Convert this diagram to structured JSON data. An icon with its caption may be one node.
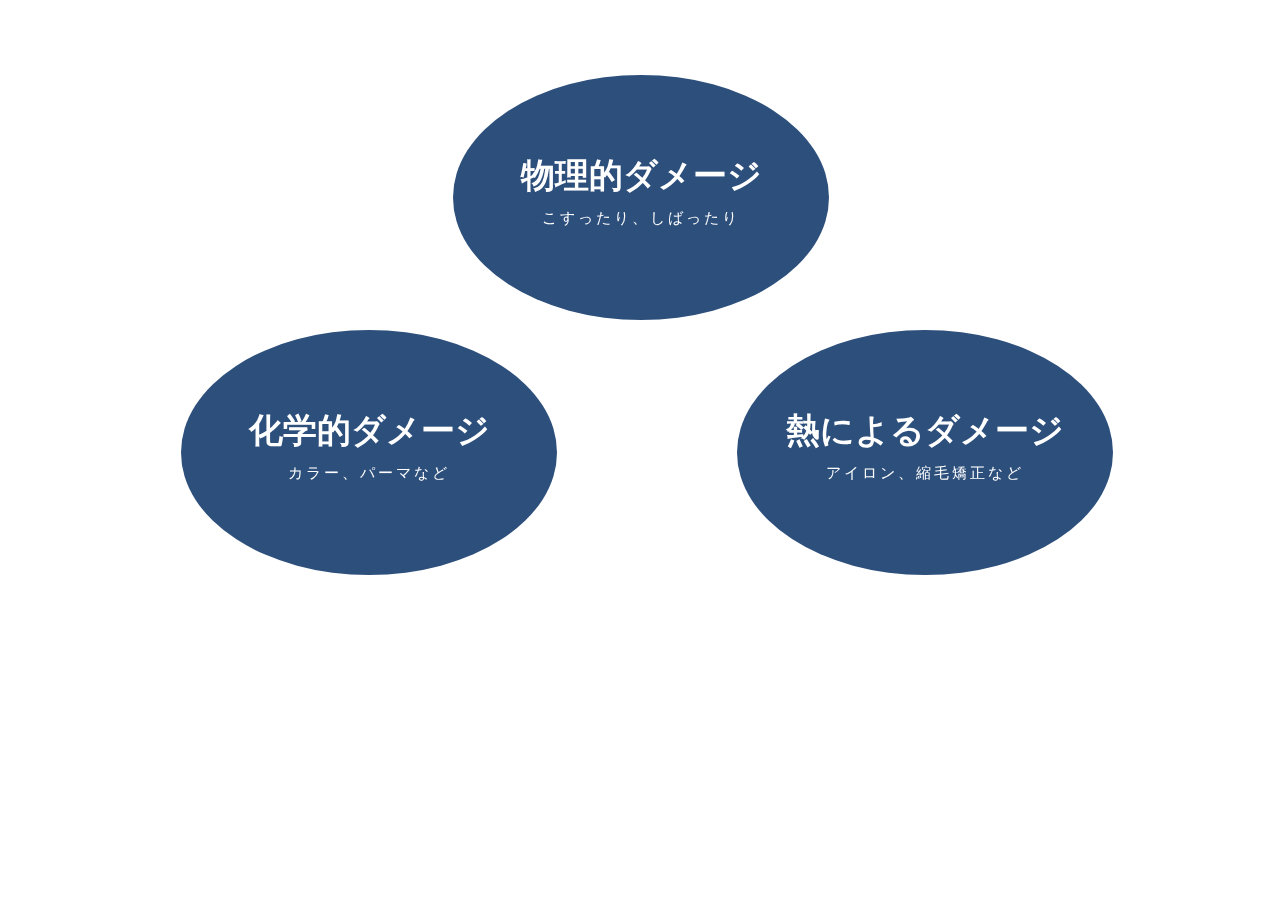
{
  "diagram": {
    "nodes": [
      {
        "text": [
          "物理的ダメージ",
          "こすったり、しばったり"
        ]
      },
      {
        "text": [
          "化学的ダメージ",
          "カラー、パーマなど"
        ]
      },
      {
        "text": [
          "熱によるダメージ",
          "アイロン、縮毛矯正など"
        ]
      }
    ]
  }
}
